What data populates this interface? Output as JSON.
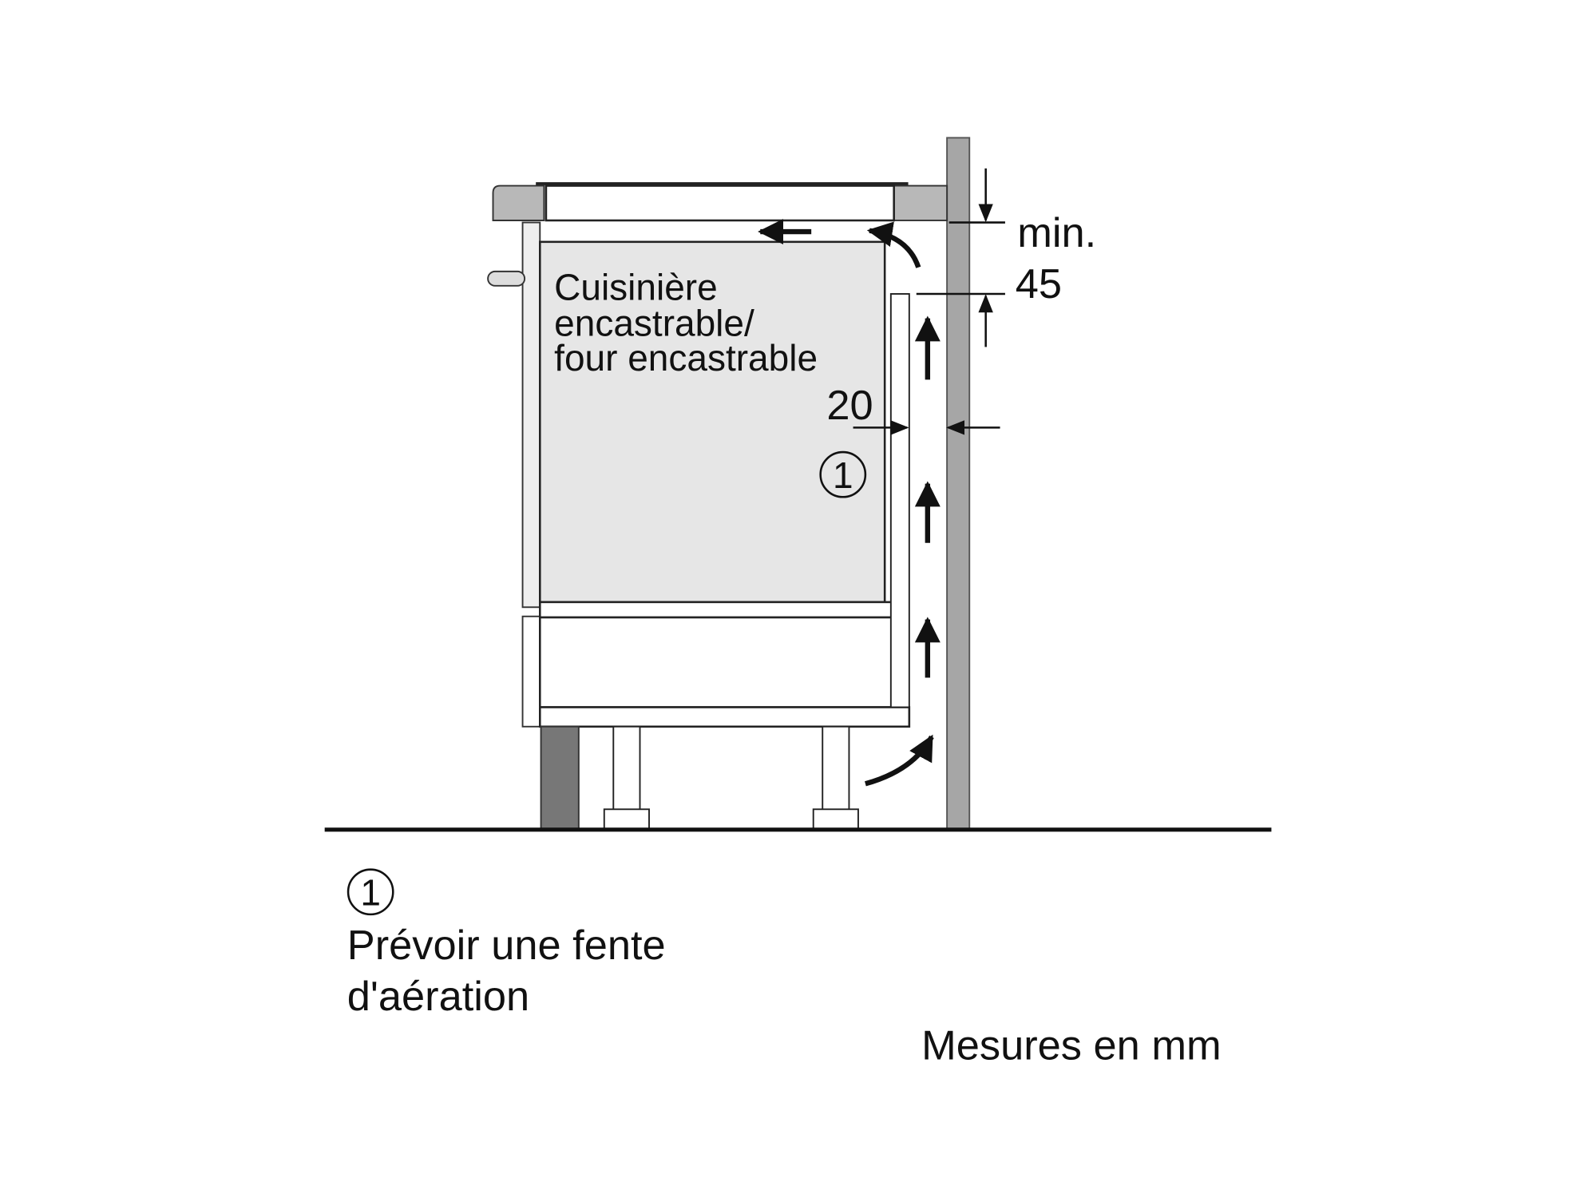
{
  "diagram": {
    "appliance_label": [
      "Cuisinière",
      "encastrable/",
      "four encastrable"
    ],
    "dimensions": {
      "min_label": "min.",
      "gap_top": "45",
      "gap_side": "20"
    },
    "callout_marker": "1",
    "legend": {
      "marker": "1",
      "lines": [
        "Prévoir une fente",
        "d'aération"
      ]
    },
    "units_note": "Mesures en mm",
    "colors": {
      "wall": "#a6a6a6",
      "oven": "#e6e6e6",
      "countertop": "#b8b8b8",
      "plinth": "#777777"
    }
  }
}
